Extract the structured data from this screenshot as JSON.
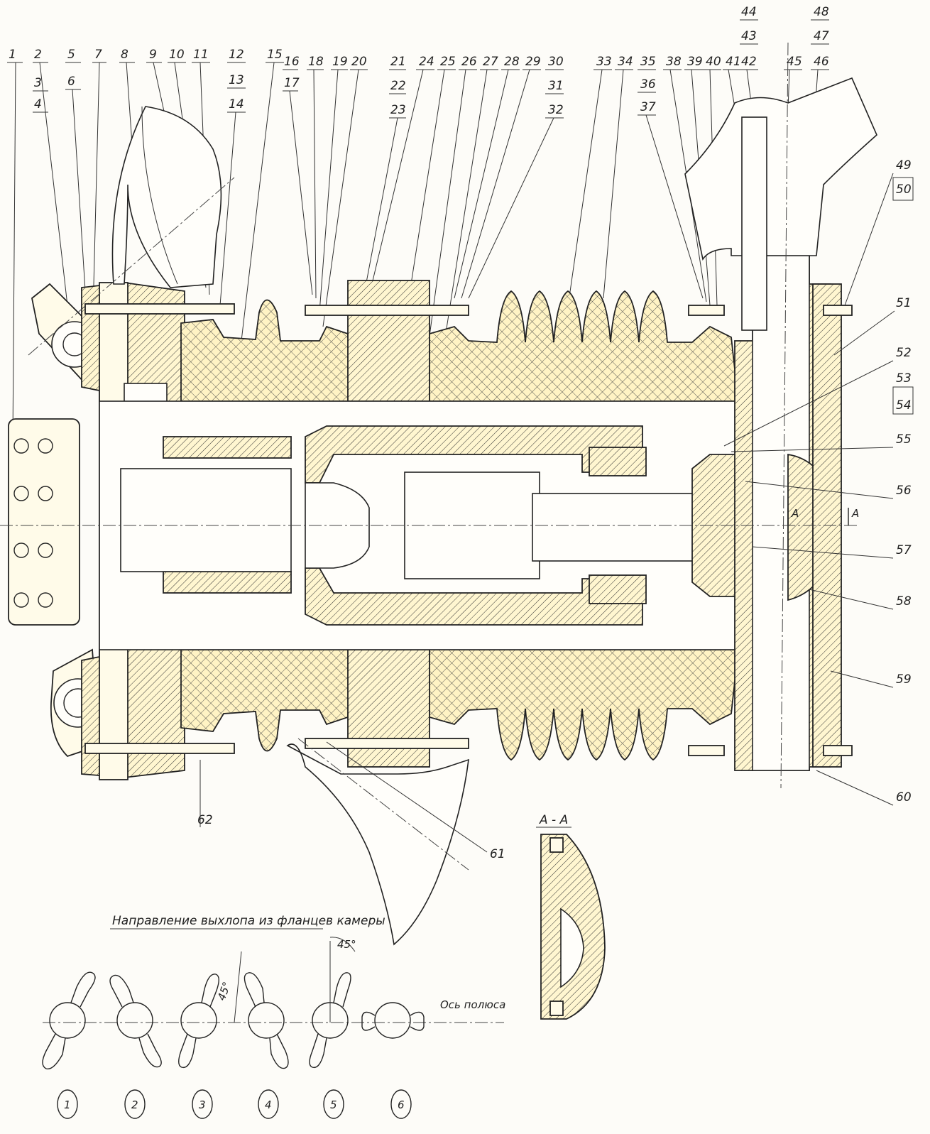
{
  "callouts_top": [
    "1",
    "2",
    "3",
    "4",
    "5",
    "6",
    "7",
    "8",
    "9",
    "10",
    "11",
    "12",
    "13",
    "14",
    "15",
    "16",
    "17",
    "18",
    "19",
    "20",
    "21",
    "22",
    "23",
    "24",
    "25",
    "26",
    "27",
    "28",
    "29",
    "30",
    "31",
    "32",
    "33",
    "34",
    "35",
    "36",
    "37",
    "38",
    "39",
    "40",
    "41",
    "42",
    "43",
    "44",
    "45",
    "46",
    "47",
    "48"
  ],
  "callouts_right": [
    "49",
    "50",
    "51",
    "52",
    "53",
    "54",
    "55",
    "56",
    "57",
    "58",
    "59",
    "60"
  ],
  "callouts_bottom": [
    "62",
    "61"
  ],
  "section_label": "A - A",
  "section_marker": "A",
  "exhaust_title": "Направление выхлопа из фланцев камеры",
  "exhaust_axis_label": "Ось полюса",
  "angle_45_a": "45°",
  "angle_45_b": "45°",
  "variants": [
    "1",
    "2",
    "3",
    "4",
    "5",
    "6"
  ],
  "colors": {
    "ink": "#222222",
    "paper": "#fdfcf8",
    "tint": "#fff3b8"
  }
}
